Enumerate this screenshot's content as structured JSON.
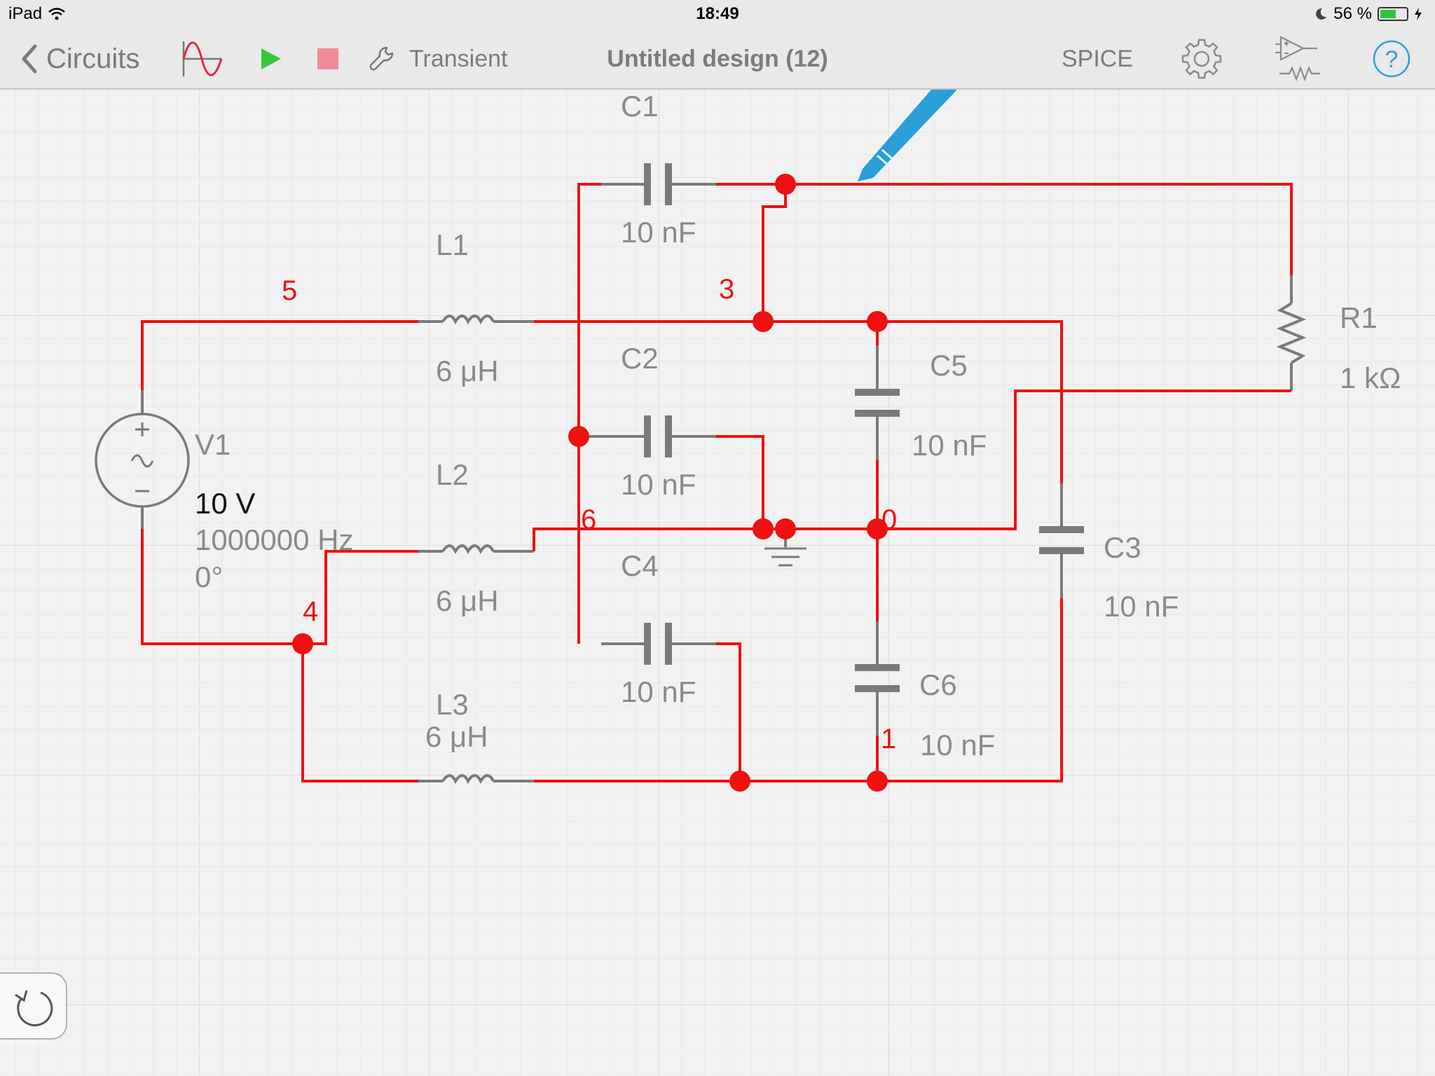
{
  "status_bar": {
    "device": "iPad",
    "time": "18:49",
    "battery_percent": "56 %",
    "battery_level": 0.56
  },
  "toolbar": {
    "back_label": "Circuits",
    "mode_label": "Transient",
    "title": "Untitled design (12)",
    "spice_label": "SPICE",
    "help_label": "?"
  },
  "colors": {
    "wire": "#f01010",
    "component": "#7a7a7a",
    "accent": "#2a9fd8",
    "play": "#3cc43c",
    "stop": "#f08a96"
  },
  "components": {
    "C1": {
      "name": "C1",
      "value": "10 nF"
    },
    "C2": {
      "name": "C2",
      "value": "10 nF"
    },
    "C3": {
      "name": "C3",
      "value": "10 nF"
    },
    "C4": {
      "name": "C4",
      "value": "10 nF"
    },
    "C5": {
      "name": "C5",
      "value": "10 nF"
    },
    "C6": {
      "name": "C6",
      "value": "10 nF"
    },
    "L1": {
      "name": "L1",
      "value": "6 μH"
    },
    "L2": {
      "name": "L2",
      "value": "6 μH"
    },
    "L3": {
      "name": "L3",
      "value": "6 μH"
    },
    "R1": {
      "name": "R1",
      "value": "1 kΩ"
    },
    "V1": {
      "name": "V1",
      "amplitude": "10 V",
      "frequency": "1000000 Hz",
      "phase": "0°"
    }
  },
  "nodes": {
    "n0": "0",
    "n1": "1",
    "n3": "3",
    "n4": "4",
    "n5": "5",
    "n6": "6"
  }
}
